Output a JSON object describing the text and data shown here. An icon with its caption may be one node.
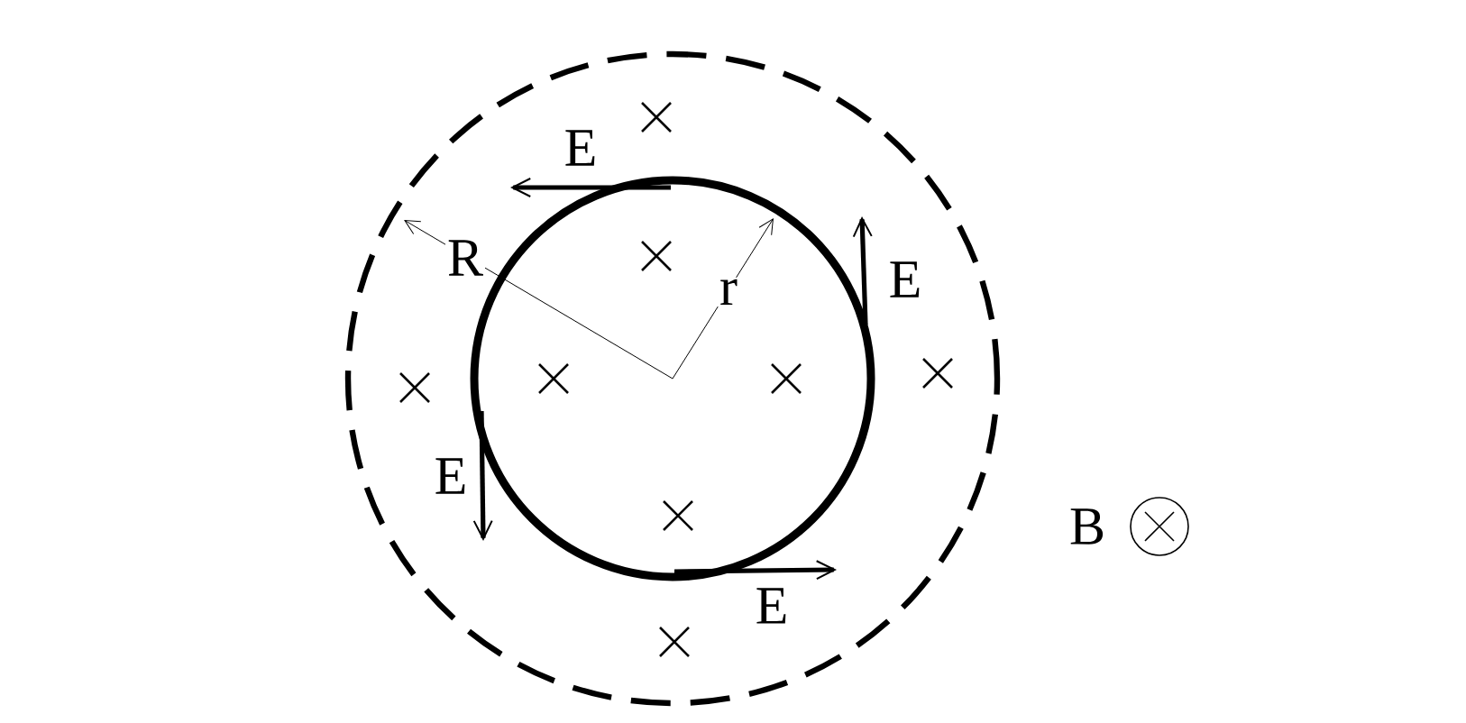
{
  "diagram": {
    "nodes": [
      {
        "text": [],
        "shape": "circle"
      },
      {
        "text": [],
        "shape": "circle",
        "in": 0
      }
    ],
    "labels": [
      "E",
      "R",
      "r",
      "E",
      "E",
      "E",
      "B"
    ]
  }
}
